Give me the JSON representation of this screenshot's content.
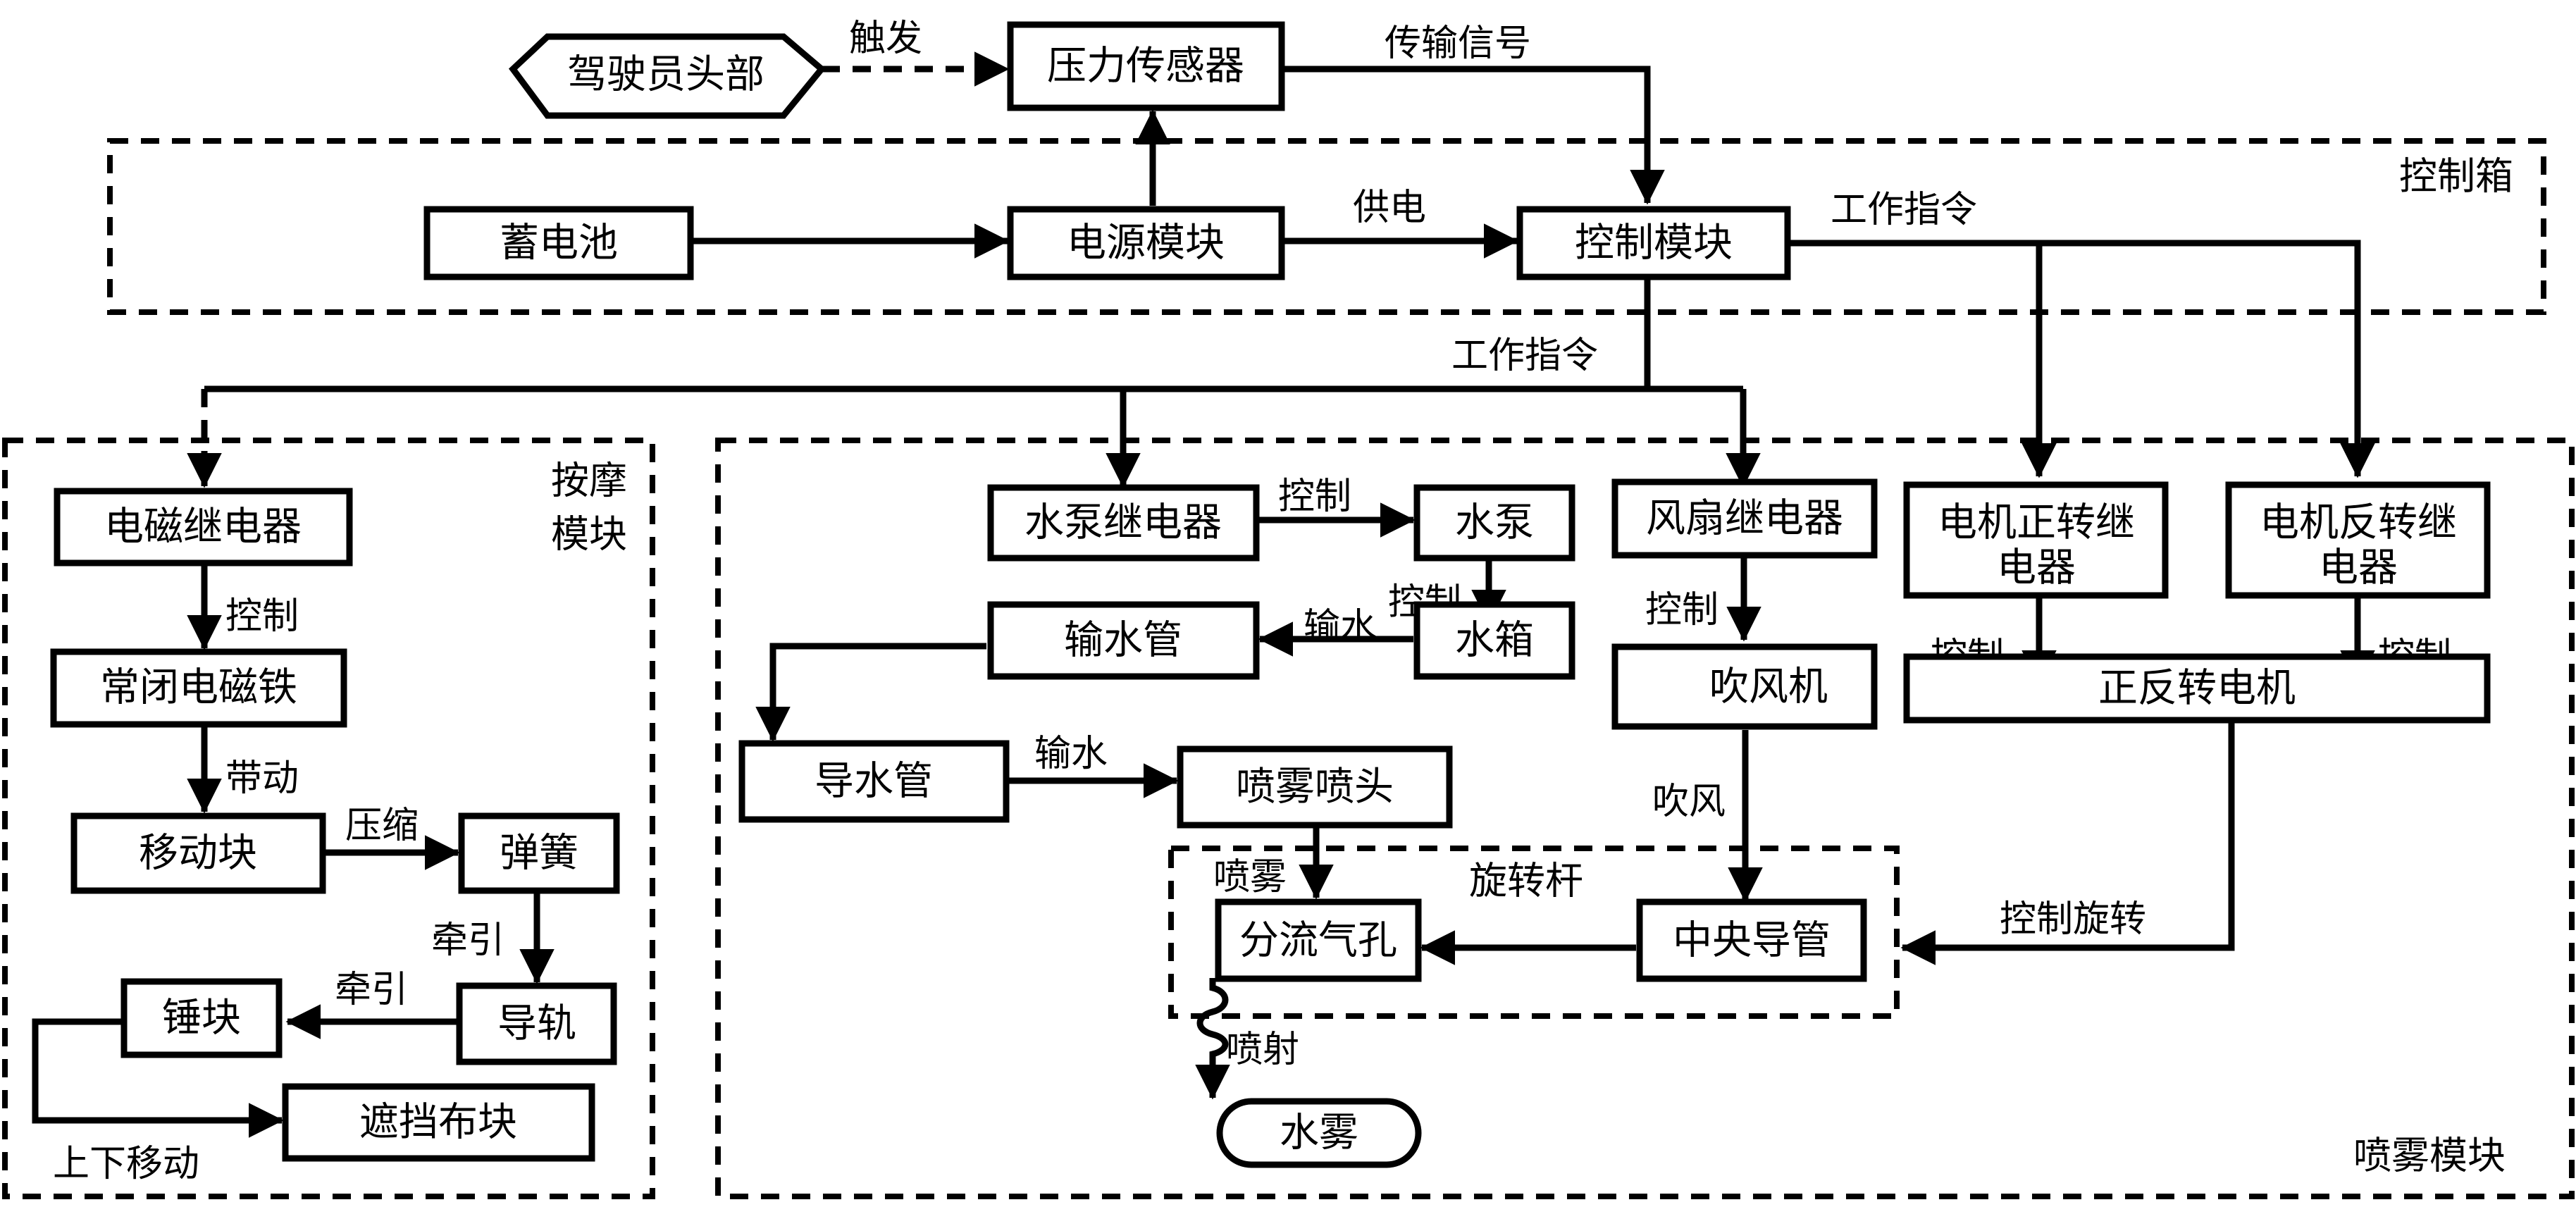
{
  "diagram": {
    "groups": {
      "control_box": "控制箱",
      "massage_module_line1": "按摩",
      "massage_module_line2": "模块",
      "spray_module": "喷雾模块",
      "rotating_rod": "旋转杆"
    },
    "nodes": {
      "driver_head": "驾驶员头部",
      "pressure_sensor": "压力传感器",
      "battery": "蓄电池",
      "power_module": "电源模块",
      "control_module": "控制模块",
      "em_relay": "电磁继电器",
      "nc_electromagnet": "常闭电磁铁",
      "moving_block": "移动块",
      "spring": "弹簧",
      "guide_rail": "导轨",
      "hammer_block": "锤块",
      "cover_cloth": "遮挡布块",
      "pump_relay": "水泵继电器",
      "pump": "水泵",
      "water_tank": "水箱",
      "delivery_pipe": "输水管",
      "guide_pipe": "导水管",
      "spray_nozzle": "喷雾喷头",
      "fan_relay": "风扇继电器",
      "blower": "吹风机",
      "motor_fwd_relay_line1": "电机正转继",
      "motor_fwd_relay_line2": "电器",
      "motor_rev_relay_line1": "电机反转继",
      "motor_rev_relay_line2": "电器",
      "rev_motor": "正反转电机",
      "split_air_hole": "分流气孔",
      "central_duct": "中央导管",
      "water_mist": "水雾"
    },
    "edge_labels": {
      "trigger": "触发",
      "transmit_signal": "传输信号",
      "supply_power": "供电",
      "work_cmd_right": "工作指令",
      "work_cmd_down": "工作指令",
      "em_control": "控制",
      "drive": "带动",
      "compress": "压缩",
      "pull_1": "牵引",
      "pull_2": "牵引",
      "move_updown": "上下移动",
      "pump_control": "控制",
      "tank_control": "控制",
      "water_out_1": "输水",
      "water_out_2": "输水",
      "fan_control": "控制",
      "blow": "吹风",
      "fwd_control": "控制",
      "rev_control": "控制",
      "control_rotation": "控制旋转",
      "spray": "喷雾",
      "jet": "喷射"
    }
  }
}
